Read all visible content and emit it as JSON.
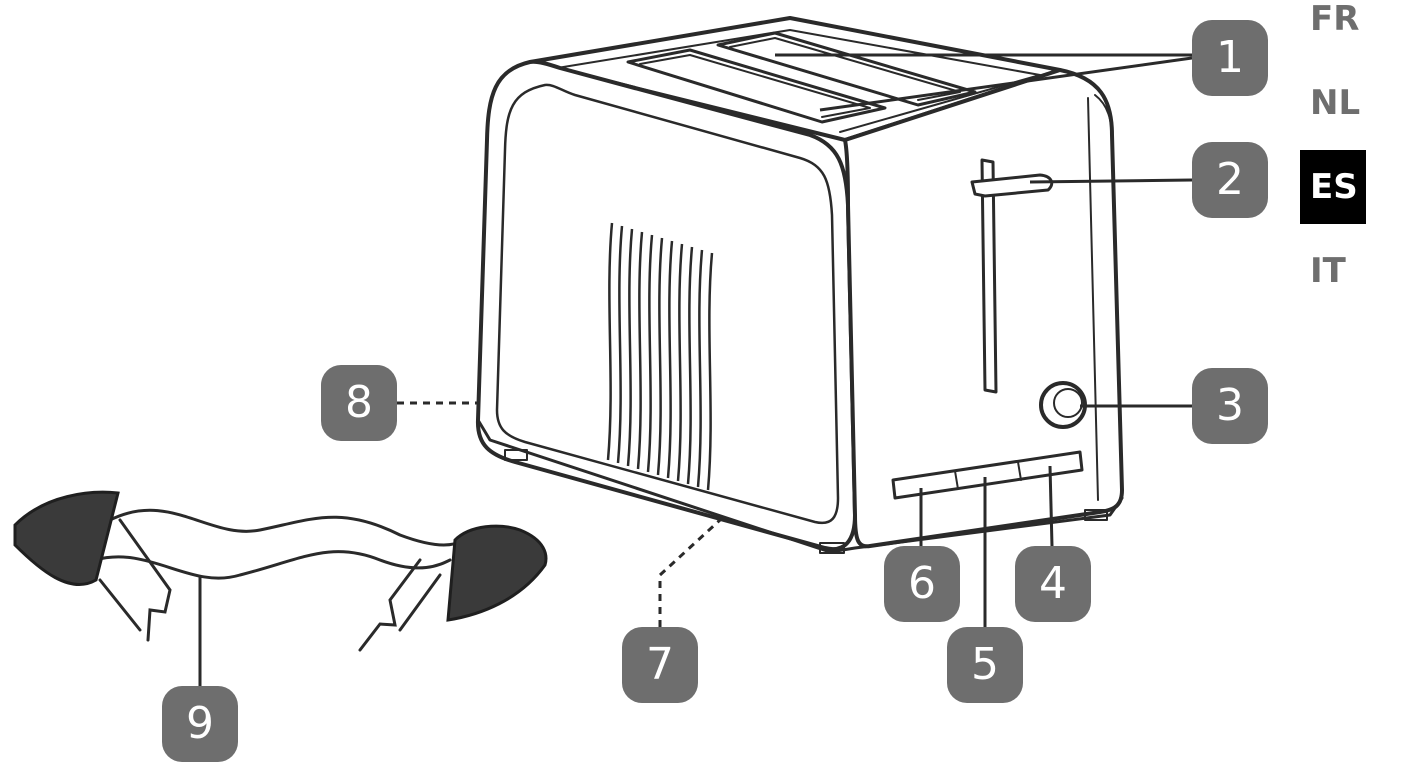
{
  "callouts": {
    "c1": "1",
    "c2": "2",
    "c3": "3",
    "c4": "4",
    "c5": "5",
    "c6": "6",
    "c7": "7",
    "c8": "8",
    "c9": "9"
  },
  "languages": [
    {
      "code": "FR",
      "active": false
    },
    {
      "code": "NL",
      "active": false
    },
    {
      "code": "ES",
      "active": true
    },
    {
      "code": "IT",
      "active": false
    }
  ],
  "colors": {
    "badge": "#6e6e6e",
    "badge_text": "#ffffff",
    "line_art": "#2a2a2a",
    "active_tab_bg": "#000000",
    "inactive_tab_text": "#6e6e6e",
    "plug": "#3a3a3a"
  }
}
